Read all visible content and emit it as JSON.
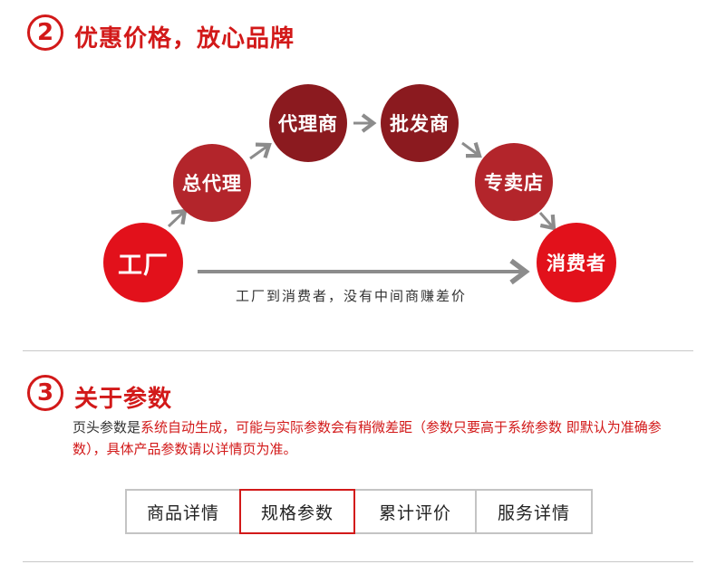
{
  "section2": {
    "number": "2",
    "title": "优惠价格，放心品牌",
    "nodes": {
      "factory": "工厂",
      "general_agent": "总代理",
      "agent": "代理商",
      "wholesaler": "批发商",
      "store": "专卖店",
      "consumer": "消费者"
    },
    "direct_note": "工厂到消费者，没有中间商赚差价"
  },
  "section3": {
    "number": "3",
    "title": "关于参数",
    "desc_black": "页头参数是",
    "desc_red": "系统自动生成，可能与实际参数会有稍微差距（参数只要高于系统参数 即默认为准确参数），具体产品参数请以详情页为准。"
  },
  "tabs": [
    {
      "label": "商品详情",
      "active": false
    },
    {
      "label": "规格参数",
      "active": true
    },
    {
      "label": "累计评价",
      "active": false
    },
    {
      "label": "服务详情",
      "active": false
    }
  ],
  "colors": {
    "accent": "#d21919",
    "node_dark": "#8b1a1f",
    "node_mid": "#b3252b",
    "node_bright": "#e2111b",
    "arrow": "#8c8c8c"
  }
}
